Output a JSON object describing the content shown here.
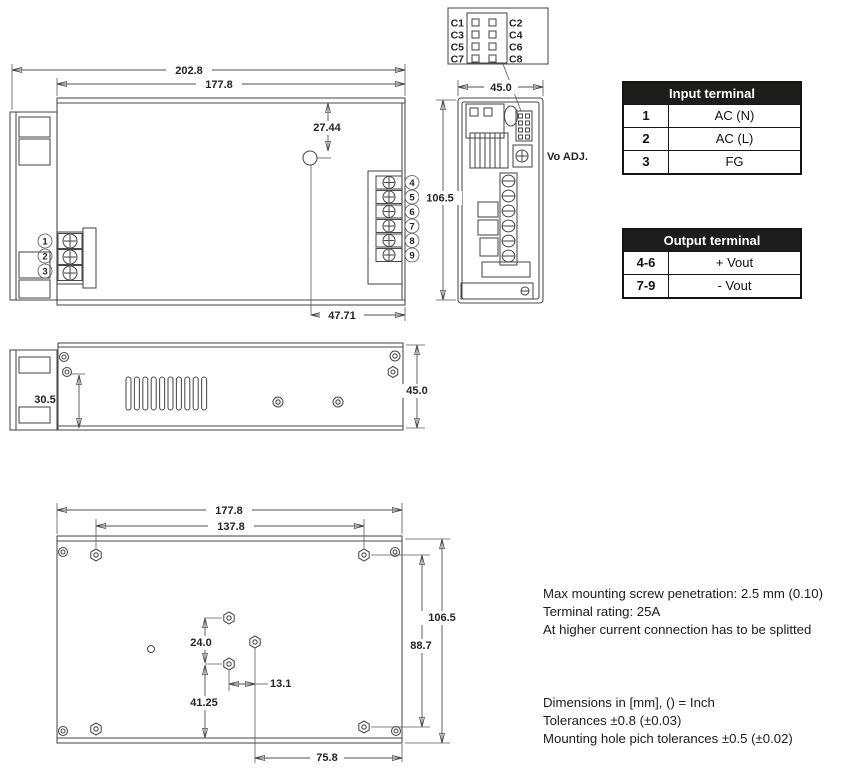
{
  "connector": {
    "left": [
      "C1",
      "C3",
      "C5",
      "C7"
    ],
    "right": [
      "C2",
      "C4",
      "C6",
      "C8"
    ]
  },
  "dims": {
    "top_view": {
      "overall": "202.8",
      "body": "177.8",
      "hole_y": "27.44",
      "hole_x": "47.71"
    },
    "end_view": {
      "width": "45.0",
      "height": "106.5"
    },
    "side_view": {
      "hole": "30.5",
      "height": "45.0"
    },
    "bottom_view": {
      "length": "177.8",
      "pitch_x": "137.8",
      "height": "106.5",
      "pitch_y": "88.7",
      "hole_gap": "24.0",
      "hole_offset_x": "13.1",
      "hole_bottom": "41.25",
      "bottom_pitch": "75.8"
    }
  },
  "labels": {
    "vo_adj": "Vo ADJ."
  },
  "terminals": {
    "input": [
      "1",
      "2",
      "3"
    ],
    "output": [
      "4",
      "5",
      "6",
      "7",
      "8",
      "9"
    ]
  },
  "tables": {
    "input": {
      "title": "Input terminal",
      "rows": [
        {
          "pin": "1",
          "name": "AC (N)"
        },
        {
          "pin": "2",
          "name": "AC (L)"
        },
        {
          "pin": "3",
          "name": "FG"
        }
      ]
    },
    "output": {
      "title": "Output terminal",
      "rows": [
        {
          "pin": "4-6",
          "name": "+ Vout"
        },
        {
          "pin": "7-9",
          "name": "- Vout"
        }
      ]
    }
  },
  "notes": {
    "spec": [
      "Max mounting screw penetration: 2.5 mm (0.10)",
      "Terminal rating: 25A",
      "At higher current connection has to be splitted"
    ],
    "general": [
      "Dimensions in [mm], () = Inch",
      "Tolerances  ±0.8 (±0.03)",
      "Mounting hole pich tolerances ±0.5 (±0.02)"
    ]
  },
  "colors": {
    "line": "#4a4a4a",
    "table_header_bg": "#1d1d1b",
    "table_header_text": "#ffffff"
  }
}
